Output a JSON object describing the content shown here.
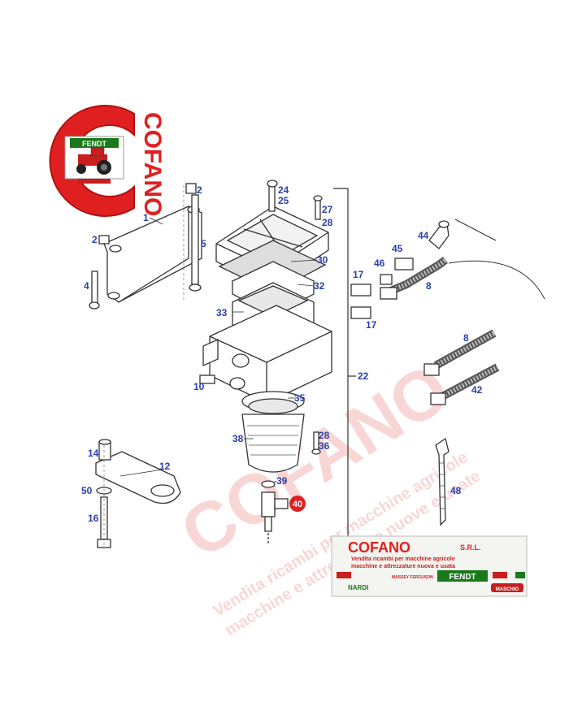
{
  "brand": {
    "name": "COFANO",
    "logo_badge": "FENDT",
    "colors": {
      "primary": "#e02020",
      "label": "#2a3fa8",
      "line": "#333333"
    }
  },
  "watermark": {
    "big": "COFANO",
    "line1": "Vendita ricambi per macchine agricole",
    "line2": "macchine e attrezzature nuove e usate"
  },
  "part_labels": {
    "p1": "1",
    "p2": "2",
    "p2b": "2",
    "p4": "4",
    "p5": "5",
    "p8": "8",
    "p8b": "8",
    "p10": "10",
    "p12": "12",
    "p14": "14",
    "p16": "16",
    "p17": "17",
    "p17b": "17",
    "p22": "22",
    "p24": "24",
    "p25": "25",
    "p27": "27",
    "p28": "28",
    "p28b": "28",
    "p30": "30",
    "p32": "32",
    "p33": "33",
    "p35": "35",
    "p36": "36",
    "p38": "38",
    "p39": "39",
    "p40": "40",
    "p42": "42",
    "p44": "44",
    "p45": "45",
    "p46": "46",
    "p48": "48",
    "p50": "50"
  },
  "banner": {
    "title": "COFANO",
    "suffix": "S.R.L.",
    "subtitle1": "Vendita ricambi per macchine agricole",
    "subtitle2": "macchine e attrezzature nuova e usata",
    "brands": [
      "NARDI",
      "MASSEY FERGUSON",
      "FENDT",
      "MASCHIO"
    ]
  }
}
